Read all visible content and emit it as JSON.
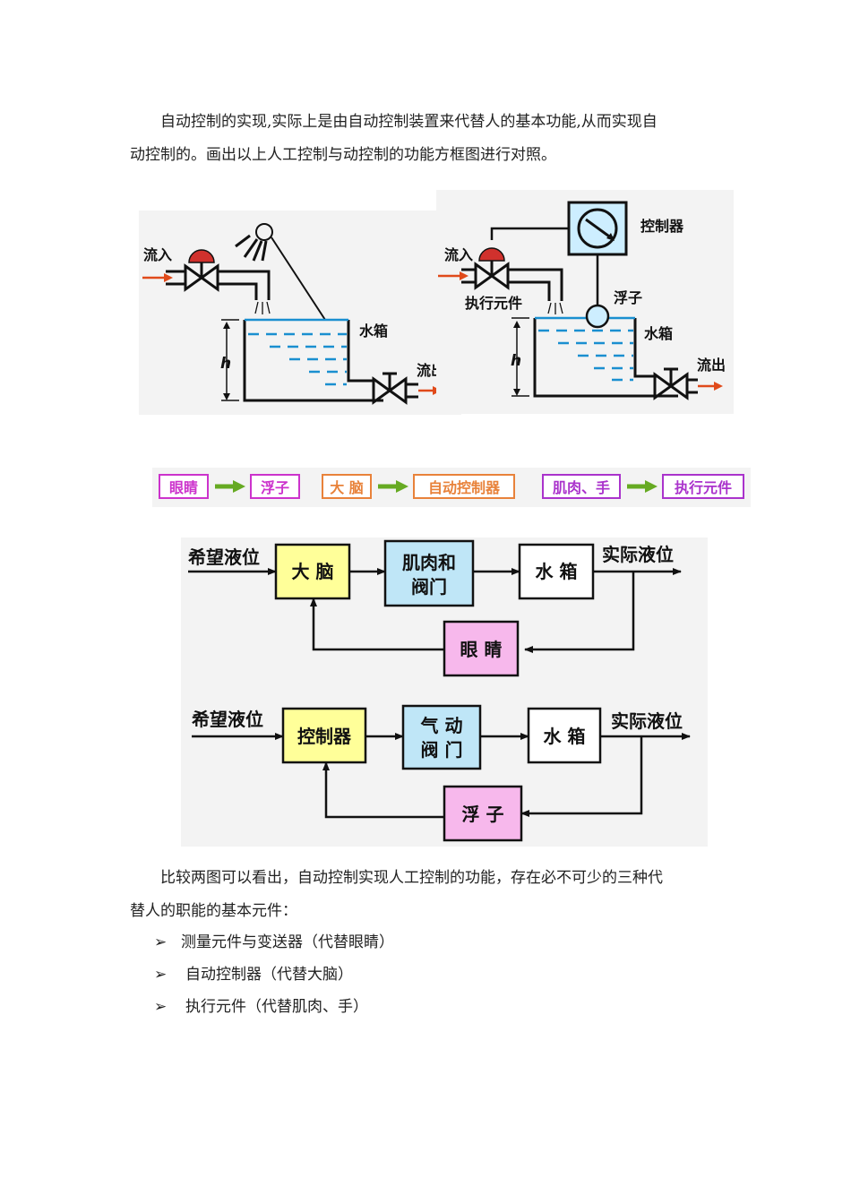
{
  "intro": {
    "line1": "自动控制的实现,实际上是由自动控制装置来代替人的基本功能,从而实现自",
    "line2": "动控制的。画出以上人工控制与动控制的功能方框图进行对照。"
  },
  "manual_tank": {
    "inflow": "流入",
    "tank": "水箱",
    "outflow": "流出",
    "h": "h"
  },
  "auto_tank": {
    "controller": "控制器",
    "inflow": "流入",
    "actuator": "执行元件",
    "float": "浮子",
    "tank": "水箱",
    "h": "h",
    "outflow": "流出"
  },
  "mapping": [
    {
      "human": "眼睛",
      "device": "浮子",
      "color": "#cc33cc"
    },
    {
      "human": "大 脑",
      "device": "自动控制器",
      "color": "#e8823a"
    },
    {
      "human": "肌肉、手",
      "device": "执行元件",
      "color": "#aa33cc"
    }
  ],
  "manual_loop": {
    "input": "希望液位",
    "controller": "大 脑",
    "actuator_1": "肌肉和",
    "actuator_2": "阀门",
    "process": "水 箱",
    "output": "实际液位",
    "sensor": "眼 睛"
  },
  "auto_loop": {
    "input": "希望液位",
    "controller": "控制器",
    "actuator_1": "气 动",
    "actuator_2": "阀 门",
    "process": "水 箱",
    "output": "实际液位",
    "sensor": "浮 子"
  },
  "conclusion": {
    "line1": "比较两图可以看出，自动控制实现人工控制的功能，存在必不可少的三种代",
    "line2": "替人的职能的基本元件："
  },
  "elements": [
    "测量元件与变送器（代替眼睛）",
    "自动控制器（代替大脑）",
    "执行元件（代替肌肉、手）"
  ],
  "bullet_mark": "➢",
  "colors": {
    "water": "#1a8fd0",
    "valve_cap": "#d0312d",
    "arrow_in": "#e04a1a",
    "mapping_arrow": "#66aa22",
    "controller_box": "#ffff99",
    "actuator_box": "#bfe6f7",
    "sensor_box": "#f7b8ec"
  }
}
